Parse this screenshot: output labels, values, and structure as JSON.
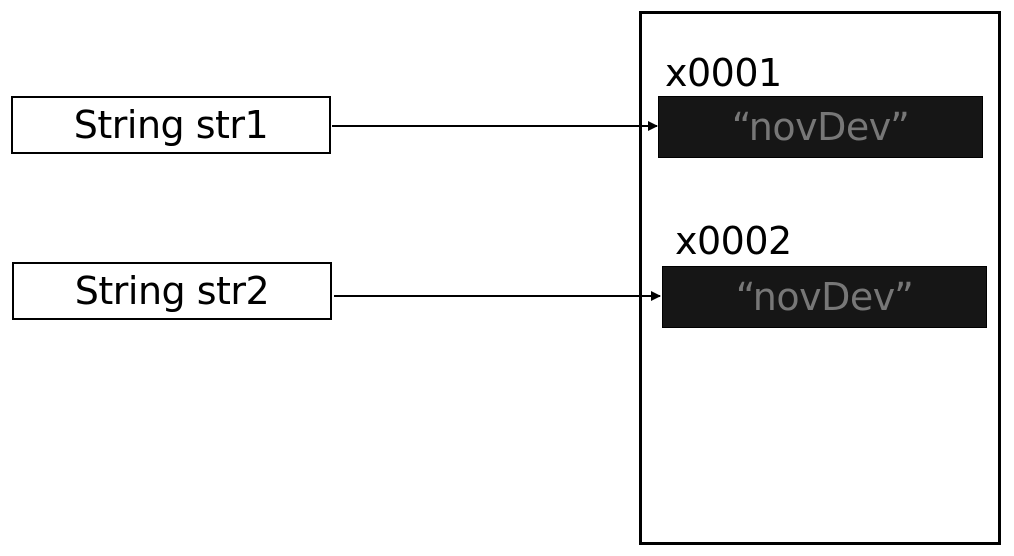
{
  "variables": [
    {
      "label": "String str1"
    },
    {
      "label": "String str2"
    }
  ],
  "heap": {
    "objects": [
      {
        "address": "x0001",
        "value": "“novDev”"
      },
      {
        "address": "x0002",
        "value": "“novDev”"
      }
    ]
  }
}
